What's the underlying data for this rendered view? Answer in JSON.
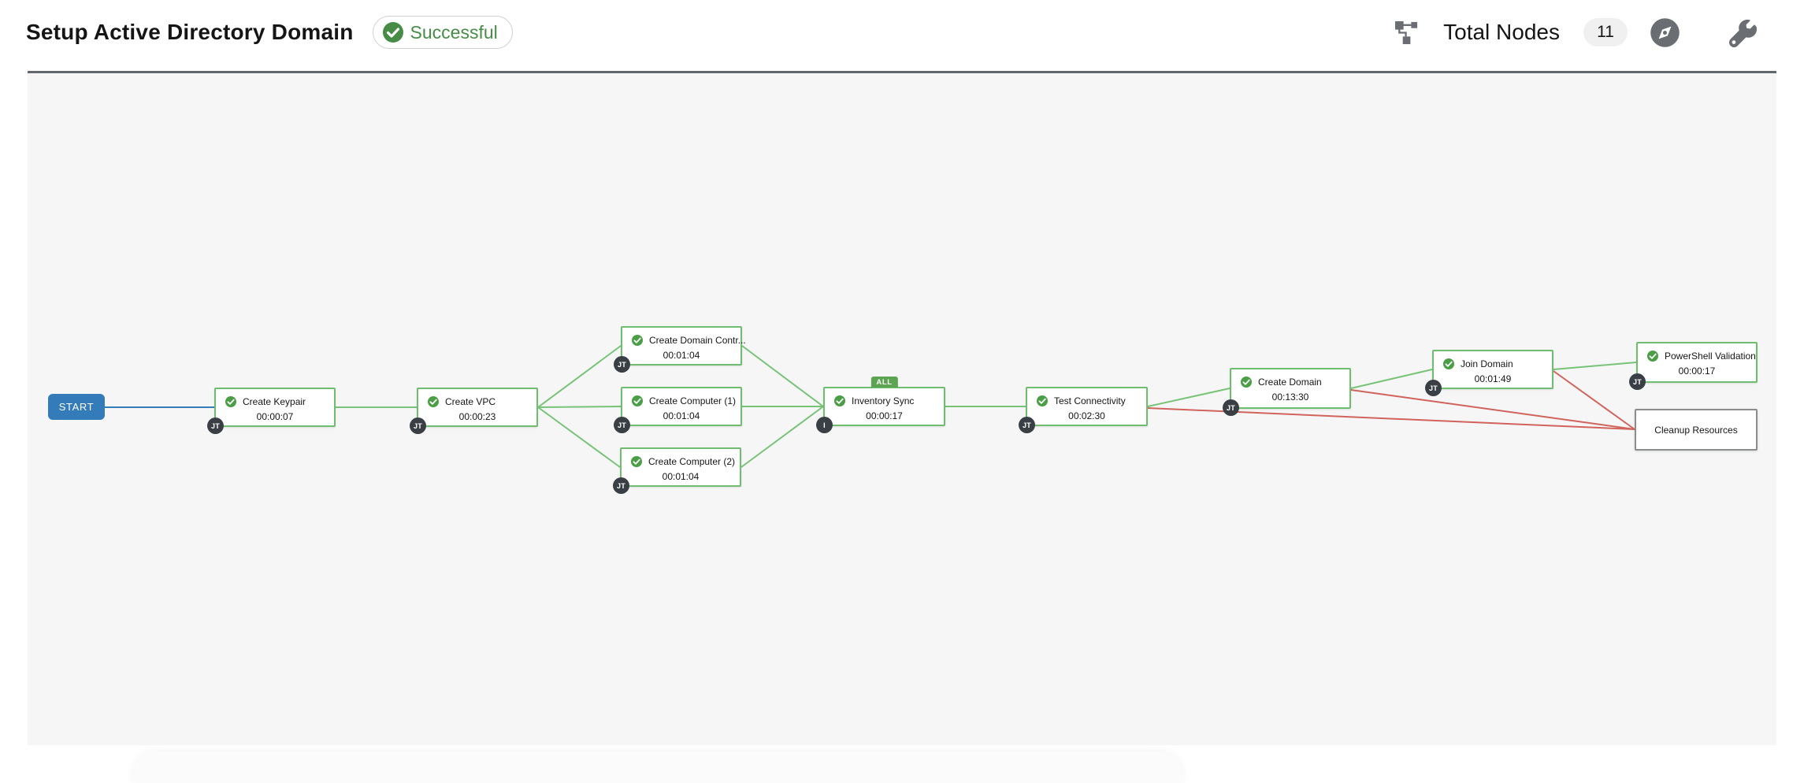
{
  "header": {
    "title": "Setup Active Directory Domain",
    "status": "Successful",
    "total_nodes_label": "Total Nodes",
    "total_nodes_count": "11",
    "icons": [
      "sitemap-icon",
      "compass-icon",
      "wrench-icon"
    ]
  },
  "workflow": {
    "start_label": "START",
    "nodes": [
      {
        "label": "Create Keypair",
        "elapsed": "00:00:07",
        "type_badge": "JT",
        "status": "successful"
      },
      {
        "label": "Create VPC",
        "elapsed": "00:00:23",
        "type_badge": "JT",
        "status": "successful"
      },
      {
        "label": "Create Domain Contr...",
        "elapsed": "00:01:04",
        "type_badge": "JT",
        "status": "successful"
      },
      {
        "label": "Create Computer (1)",
        "elapsed": "00:01:04",
        "type_badge": "JT",
        "status": "successful"
      },
      {
        "label": "Create Computer (2)",
        "elapsed": "00:01:04",
        "type_badge": "JT",
        "status": "successful"
      },
      {
        "label": "Inventory Sync",
        "elapsed": "00:00:17",
        "type_badge": "I",
        "status": "successful",
        "convergence_label": "ALL"
      },
      {
        "label": "Test Connectivity",
        "elapsed": "00:02:30",
        "type_badge": "JT",
        "status": "successful"
      },
      {
        "label": "Create Domain",
        "elapsed": "00:13:30",
        "type_badge": "JT",
        "status": "successful"
      },
      {
        "label": "Join Domain",
        "elapsed": "00:01:49",
        "type_badge": "JT",
        "status": "successful"
      },
      {
        "label": "PowerShell Validation",
        "elapsed": "00:00:17",
        "type_badge": "JT",
        "status": "successful"
      },
      {
        "label": "Cleanup Resources"
      }
    ],
    "links": [
      {
        "from": "START",
        "to": "Create Keypair",
        "color": "blue"
      },
      {
        "from": "Create Keypair",
        "to": "Create VPC",
        "color": "green"
      },
      {
        "from": "Create VPC",
        "to": "Create Domain Contr...",
        "color": "green"
      },
      {
        "from": "Create VPC",
        "to": "Create Computer (1)",
        "color": "green"
      },
      {
        "from": "Create VPC",
        "to": "Create Computer (2)",
        "color": "green"
      },
      {
        "from": "Create Domain Contr...",
        "to": "Inventory Sync",
        "color": "green"
      },
      {
        "from": "Create Computer (1)",
        "to": "Inventory Sync",
        "color": "green"
      },
      {
        "from": "Create Computer (2)",
        "to": "Inventory Sync",
        "color": "green"
      },
      {
        "from": "Inventory Sync",
        "to": "Test Connectivity",
        "color": "green"
      },
      {
        "from": "Test Connectivity",
        "to": "Create Domain",
        "color": "green"
      },
      {
        "from": "Create Domain",
        "to": "Join Domain",
        "color": "green"
      },
      {
        "from": "Join Domain",
        "to": "PowerShell Validation",
        "color": "green"
      },
      {
        "from": "Test Connectivity",
        "to": "Cleanup Resources",
        "color": "red"
      },
      {
        "from": "Create Domain",
        "to": "Cleanup Resources",
        "color": "red"
      },
      {
        "from": "Join Domain",
        "to": "Cleanup Resources",
        "color": "red"
      }
    ]
  },
  "colors": {
    "success_icon_green": "#4a9e45",
    "node_border_green": "#6fbe6f",
    "node_border_gray": "#8a8d90",
    "link_green": "#78c378",
    "link_red": "#d0645c",
    "link_blue": "#337cb9",
    "start_node_blue": "#337cb9",
    "status_text_green": "#468c46",
    "type_badge_dark": "#393f44",
    "convergence_tag_green": "#5ca352",
    "canvas_background": "#f6f6f6",
    "header_icon_gray": "#6a6e73"
  }
}
